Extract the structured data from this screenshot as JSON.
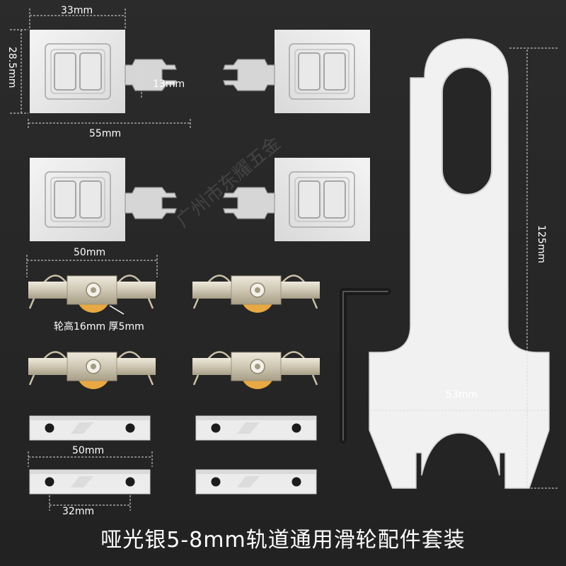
{
  "labels": {
    "bracket_width": "33mm",
    "bracket_height": "28.5mm",
    "clip_width": "13mm",
    "bracket_total": "55mm",
    "glider_length": "50mm",
    "wheel_spec": "轮高16mm 厚5mm",
    "tool_width": "53mm",
    "tool_height": "125mm",
    "connector_length": "50mm",
    "hole_spacing": "32mm"
  },
  "caption": "哑光银5-8mm轨道通用滑轮配件套装",
  "watermark": "广州市东耀五金",
  "colors": {
    "background": "#262626",
    "part_white": "#f2f2f2",
    "metal": "#d8d2c2",
    "wheel": "#e0a840"
  }
}
